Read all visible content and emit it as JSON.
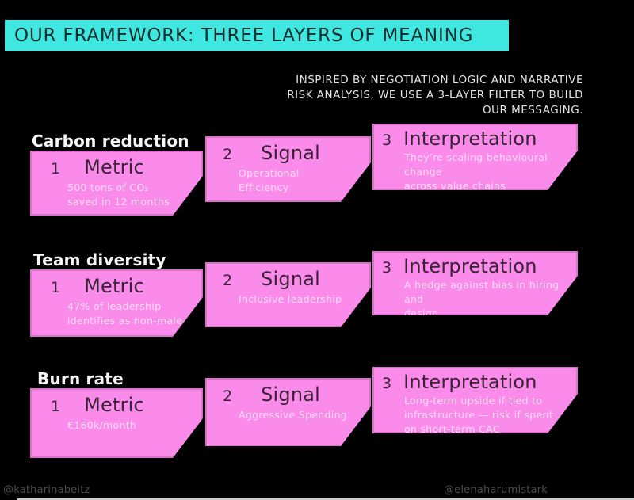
{
  "slide": {
    "title": "OUR FRAMEWORK: THREE LAYERS OF MEANING",
    "subtitle_lines": [
      "INSPIRED BY NEGOTIATION LOGIC AND NARRATIVE",
      "RISK ANALYSIS, WE USE A 3-LAYER FILTER TO BUILD",
      "OUR MESSAGING."
    ],
    "colors": {
      "background": "#000000",
      "accent_cyan": "#3ee8e0",
      "accent_pink": "#fa8bea",
      "card_heading_text": "#3a2336",
      "card_detail_text": "#ffdcf6"
    },
    "rows": [
      {
        "label": "Carbon reduction",
        "metric": {
          "number": "1",
          "title": "Metric",
          "detail_lines": [
            "500 tons of CO₂",
            "saved in 12 months"
          ]
        },
        "signal": {
          "number": "2",
          "title": "Signal",
          "detail_lines": [
            "Operational",
            "Efficiency"
          ]
        },
        "interpretation": {
          "number": "3",
          "title": "Interpretation",
          "detail_lines": [
            "They’re scaling behavioural change",
            "across value chains"
          ]
        }
      },
      {
        "label": "Team diversity",
        "metric": {
          "number": "1",
          "title": "Metric",
          "detail_lines": [
            "47% of leadership",
            "identifies as non-male"
          ]
        },
        "signal": {
          "number": "2",
          "title": "Signal",
          "detail_lines": [
            "Inclusive leadership"
          ]
        },
        "interpretation": {
          "number": "3",
          "title": "Interpretation",
          "detail_lines": [
            "A hedge against bias in hiring and",
            "design"
          ]
        }
      },
      {
        "label": "Burn rate",
        "metric": {
          "number": "1",
          "title": "Metric",
          "detail_lines": [
            "€160k/month"
          ]
        },
        "signal": {
          "number": "2",
          "title": "Signal",
          "detail_lines": [
            "Aggressive Spending"
          ]
        },
        "interpretation": {
          "number": "3",
          "title": "Interpretation",
          "detail_lines": [
            "Long-term upside if tied to",
            "infrastructure — risk if spent",
            "on short-term CAC"
          ]
        }
      }
    ],
    "footer": {
      "left_handle": "@katharinabeitz",
      "right_handle": "@elenaharumistark"
    }
  }
}
